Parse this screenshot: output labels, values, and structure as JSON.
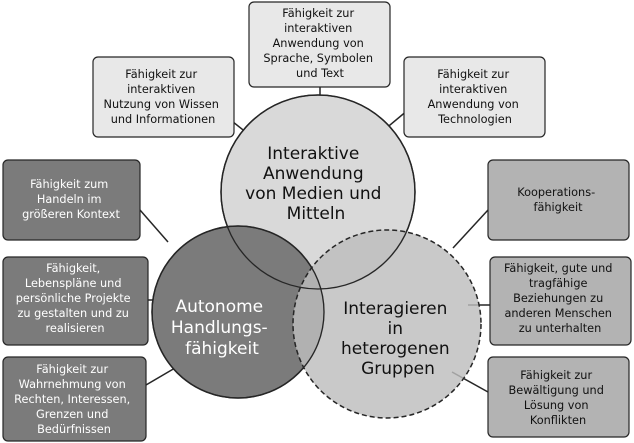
{
  "circles": {
    "top": {
      "lines": [
        "Interaktive",
        "Anwendung",
        "von Medien und",
        "Mitteln"
      ]
    },
    "left": {
      "lines": [
        "Autonome",
        "Handlungs-",
        "fähigkeit"
      ]
    },
    "right": {
      "lines": [
        "Interagieren",
        "in",
        "heterogenen",
        "Gruppen"
      ]
    }
  },
  "boxes": {
    "top_center": [
      "Fähigkeit zur",
      "interaktiven",
      "Anwendung von",
      "Sprache, Symbolen",
      "und Text"
    ],
    "top_left": [
      "Fähigkeit zur",
      "interaktiven",
      "Nutzung von Wissen",
      "und Informationen"
    ],
    "top_right": [
      "Fähigkeit zur",
      "interaktiven",
      "Anwendung von",
      "Technologien"
    ],
    "left_1": [
      "Fähigkeit zum",
      "Handeln im",
      "größeren Kontext"
    ],
    "left_2": [
      "Fähigkeit,",
      "Lebenspläne und",
      "persönliche Projekte",
      "zu gestalten und zu",
      "realisieren"
    ],
    "left_3": [
      "Fähigkeit zur",
      "Wahrnehmung von",
      "Rechten, Interessen,",
      "Grenzen und",
      "Bedürfnissen"
    ],
    "right_1": [
      "Kooperations-",
      "fähigkeit"
    ],
    "right_2": [
      "Fähigkeit, gute und",
      "tragfähige",
      "Beziehungen zu",
      "anderen Menschen",
      "zu unterhalten"
    ],
    "right_3": [
      "Fähigkeit zur",
      "Bewältigung und",
      "Lösung von",
      "Konflikten"
    ]
  },
  "colors": {
    "circle_top": "#d9d9d9",
    "circle_left": "#7b7b7b",
    "circle_right": "#bdbdbd",
    "box_light": "#e8e8e8",
    "box_dark": "#7b7b7b",
    "box_mid": "#b3b3b3",
    "stroke": "#262626"
  }
}
